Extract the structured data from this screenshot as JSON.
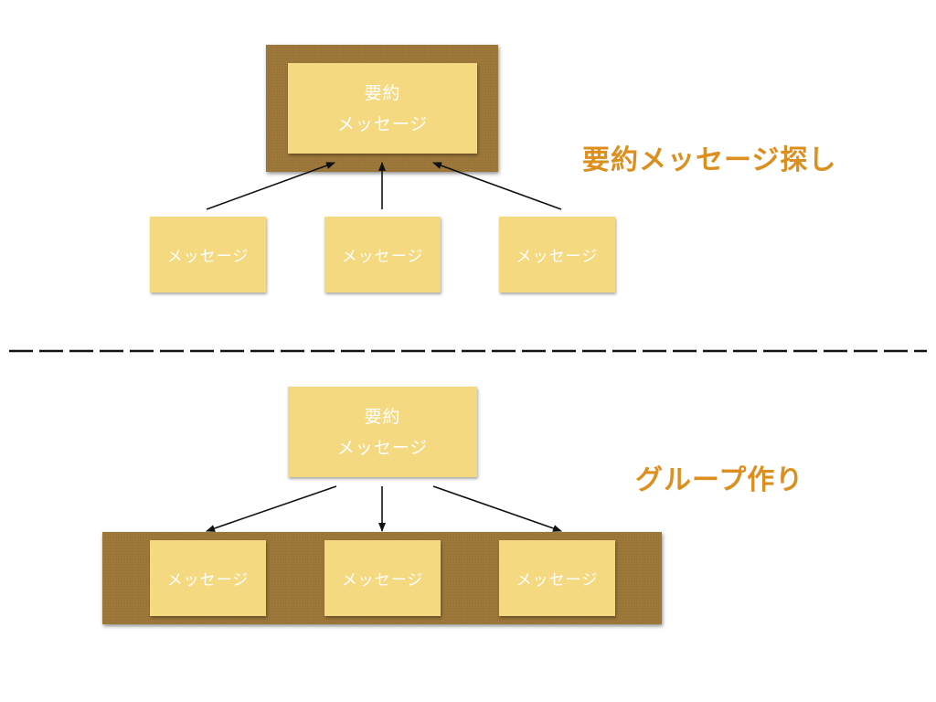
{
  "top_section": {
    "summary_card": {
      "line1": "要約",
      "line2": "メッセージ"
    },
    "messages": [
      "メッセージ",
      "メッセージ",
      "メッセージ"
    ],
    "heading": "要約メッセージ探し"
  },
  "bottom_section": {
    "summary_card": {
      "line1": "要約",
      "line2": "メッセージ"
    },
    "messages": [
      "メッセージ",
      "メッセージ",
      "メッセージ"
    ],
    "heading": "グループ作り"
  },
  "colors": {
    "board": "#9a7436",
    "card": "#f5d981",
    "heading": "#dc8f1e",
    "arrow": "#111111"
  }
}
